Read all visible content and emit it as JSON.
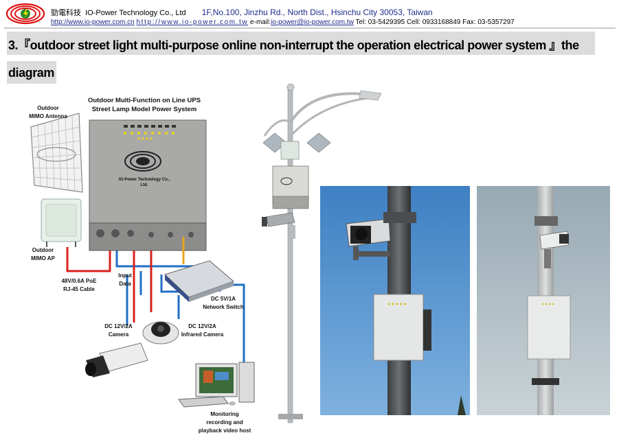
{
  "header": {
    "company_chinese": "勁電科技",
    "company_english": "IO-Power Technology Co., Ltd",
    "address": "1F,No.100, Jinzhu Rd., North Dist., Hsinchu City 30053, Taiwan",
    "website1": "http://www.io-power.com.cn",
    "website2": "http://www.io-power.com.tw",
    "email_label": "e-mail:",
    "email": "io-power@io-power.com.tw",
    "tel": "Tel: 03-5429395",
    "cell": "Cell: 0933168849",
    "fax": "Fax: 03-5357297"
  },
  "title": {
    "line1": "3.『outdoor street light multi-purpose online non-interrupt the operation electrical power system 』the",
    "line2": "diagram"
  },
  "diagram": {
    "heading_line1": "Outdoor Multi-Function on Line UPS",
    "heading_line2": "Street Lamp Model Power System",
    "antenna_label_1": "Outdoor",
    "antenna_label_2": "MIMO Antenna",
    "ap_label_1": "Outdoor",
    "ap_label_2": "MIMO AP",
    "poe_label_1": "48V/0.6A PoE",
    "poe_label_2": "RJ-45 Cable",
    "input_label_1": "Input",
    "input_label_2": "Data",
    "switch_label_1": "DC 5V/1A",
    "switch_label_2": "Network Switch",
    "camera_label_1": "DC 12V/2A",
    "camera_label_2": "Camera",
    "ir_label_1": "DC 12V/2A",
    "ir_label_2": "Infrared Camera",
    "host_label_1": "Monitoring",
    "host_label_2": "recording and",
    "host_label_3": "playback video host",
    "box_brand": "IO-Power Technology Co., Ltd."
  },
  "colors": {
    "red_cable": "#d8221c",
    "blue_cable": "#1f6fc4",
    "yellow_cable": "#e6a817",
    "sky": "#4f90c8"
  }
}
